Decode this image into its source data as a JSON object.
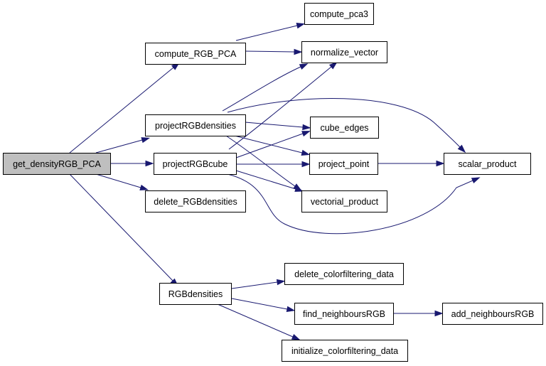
{
  "diagram": {
    "nodes": [
      {
        "id": "get_densityRGB_PCA",
        "label": "get_densityRGB_PCA",
        "root": true
      },
      {
        "id": "compute_RGB_PCA",
        "label": "compute_RGB_PCA"
      },
      {
        "id": "projectRGBdensities",
        "label": "projectRGBdensities"
      },
      {
        "id": "projectRGBcube",
        "label": "projectRGBcube"
      },
      {
        "id": "delete_RGBdensities",
        "label": "delete_RGBdensities"
      },
      {
        "id": "RGBdensities",
        "label": "RGBdensities"
      },
      {
        "id": "compute_pca3",
        "label": "compute_pca3"
      },
      {
        "id": "normalize_vector",
        "label": "normalize_vector"
      },
      {
        "id": "cube_edges",
        "label": "cube_edges"
      },
      {
        "id": "project_point",
        "label": "project_point"
      },
      {
        "id": "vectorial_product",
        "label": "vectorial_product"
      },
      {
        "id": "scalar_product",
        "label": "scalar_product"
      },
      {
        "id": "delete_colorfiltering_data",
        "label": "delete_colorfiltering_data"
      },
      {
        "id": "find_neighboursRGB",
        "label": "find_neighboursRGB"
      },
      {
        "id": "add_neighboursRGB",
        "label": "add_neighboursRGB"
      },
      {
        "id": "initialize_colorfiltering_data",
        "label": "initialize_colorfiltering_data"
      }
    ],
    "edges": [
      {
        "from": "get_densityRGB_PCA",
        "to": "compute_RGB_PCA"
      },
      {
        "from": "get_densityRGB_PCA",
        "to": "projectRGBdensities"
      },
      {
        "from": "get_densityRGB_PCA",
        "to": "projectRGBcube"
      },
      {
        "from": "get_densityRGB_PCA",
        "to": "delete_RGBdensities"
      },
      {
        "from": "get_densityRGB_PCA",
        "to": "RGBdensities"
      },
      {
        "from": "compute_RGB_PCA",
        "to": "compute_pca3"
      },
      {
        "from": "compute_RGB_PCA",
        "to": "normalize_vector"
      },
      {
        "from": "projectRGBdensities",
        "to": "normalize_vector"
      },
      {
        "from": "projectRGBdensities",
        "to": "cube_edges"
      },
      {
        "from": "projectRGBdensities",
        "to": "project_point"
      },
      {
        "from": "projectRGBdensities",
        "to": "vectorial_product"
      },
      {
        "from": "projectRGBdensities",
        "to": "scalar_product"
      },
      {
        "from": "projectRGBcube",
        "to": "normalize_vector"
      },
      {
        "from": "projectRGBcube",
        "to": "cube_edges"
      },
      {
        "from": "projectRGBcube",
        "to": "project_point"
      },
      {
        "from": "projectRGBcube",
        "to": "vectorial_product"
      },
      {
        "from": "projectRGBcube",
        "to": "scalar_product"
      },
      {
        "from": "project_point",
        "to": "scalar_product"
      },
      {
        "from": "RGBdensities",
        "to": "delete_colorfiltering_data"
      },
      {
        "from": "RGBdensities",
        "to": "find_neighboursRGB"
      },
      {
        "from": "RGBdensities",
        "to": "initialize_colorfiltering_data"
      },
      {
        "from": "find_neighboursRGB",
        "to": "add_neighboursRGB"
      }
    ],
    "colors": {
      "edge": "#191970",
      "root_fill": "#bfbfbf",
      "node_fill": "#ffffff"
    }
  }
}
